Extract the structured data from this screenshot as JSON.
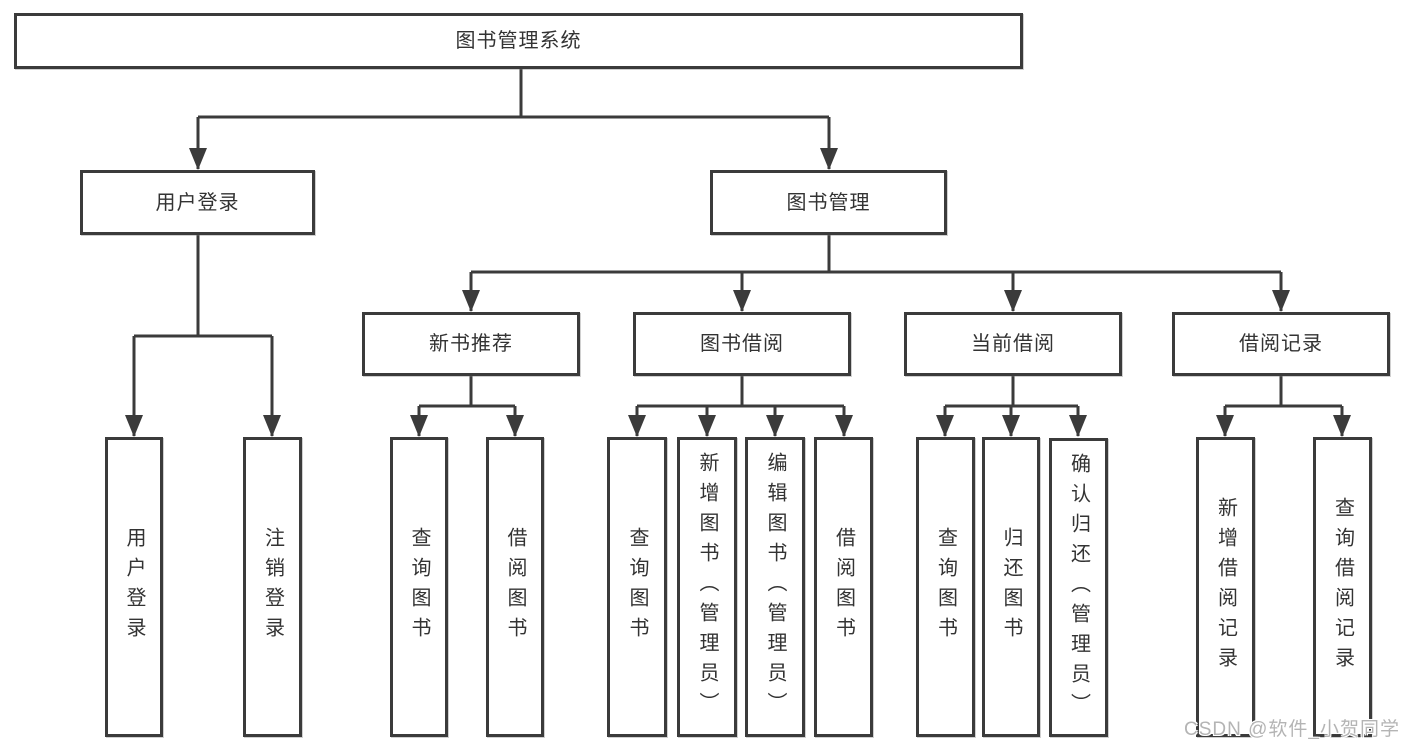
{
  "diagram": {
    "root": {
      "label": "图书管理系统"
    },
    "level1": [
      {
        "label": "用户登录"
      },
      {
        "label": "图书管理"
      }
    ],
    "user_login_children": [
      {
        "label": "用户登录"
      },
      {
        "label": "注销登录"
      }
    ],
    "level2": [
      {
        "label": "新书推荐"
      },
      {
        "label": "图书借阅"
      },
      {
        "label": "当前借阅"
      },
      {
        "label": "借阅记录"
      }
    ],
    "new_book_children": [
      {
        "label": "查询图书"
      },
      {
        "label": "借阅图书"
      }
    ],
    "book_borrow_children": [
      {
        "label": "查询图书"
      },
      {
        "label": "新增图书（管理员）"
      },
      {
        "label": "编辑图书（管理员）"
      },
      {
        "label": "借阅图书"
      }
    ],
    "current_borrow_children": [
      {
        "label": "查询图书"
      },
      {
        "label": "归还图书"
      },
      {
        "label": "确认归还（管理员）"
      }
    ],
    "borrow_record_children": [
      {
        "label": "新增借阅记录"
      },
      {
        "label": "查询借阅记录"
      }
    ]
  },
  "watermark": {
    "text": "CSDN @软件_小贺同学"
  },
  "colors": {
    "line": "#3b3b3b",
    "box_border": "#3b3b3b",
    "text": "#333333",
    "background": "#ffffff",
    "watermark": "#b4b4b4"
  }
}
